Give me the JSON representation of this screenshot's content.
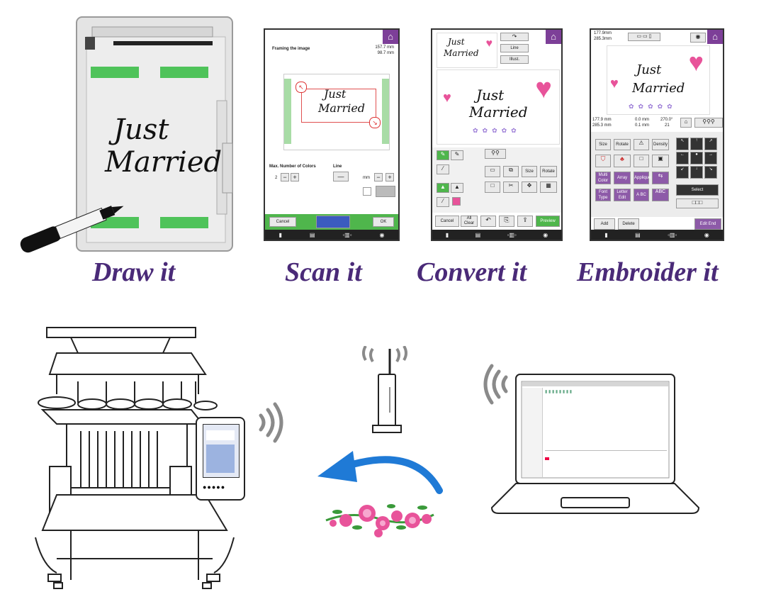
{
  "captions": {
    "draw": "Draw it",
    "scan": "Scan it",
    "convert": "Convert it",
    "embroider": "Embroider it"
  },
  "artwork": {
    "line1": "Just",
    "line2": "Married"
  },
  "scan_screen": {
    "title": "Framing the image",
    "width": "157.7 mm",
    "height": "98.7 mm",
    "max_colors_label": "Max. Number of Colors",
    "max_colors_value": "2",
    "line_label": "Line",
    "line_unit": "mm",
    "cancel": "Cancel",
    "ok": "OK"
  },
  "convert_screen": {
    "btn_line": "Line",
    "btn_illust": "Illust.",
    "btn_size": "Size",
    "btn_rotate": "Rotate",
    "cancel": "Cancel",
    "all_clear": "All Clear",
    "preview": "Preview"
  },
  "embroider_screen": {
    "width": "177.9mm",
    "height": "285.3mm",
    "size_a": "177.9 mm",
    "size_b": "285.3 mm",
    "offset_x": "0.0 mm",
    "offset_y": "0.1 mm",
    "angle": "270.0°",
    "count": "21",
    "size": "Size",
    "rotate": "Rotate",
    "density": "Density",
    "multi_color": "Multi Color",
    "array": "Array",
    "applique": "Applique",
    "font_type": "Font Type",
    "letter_edit": "Letter Edit",
    "abc": "A BC",
    "select": "Select",
    "add": "Add",
    "delete": "Delete",
    "edit_end": "Edit End"
  },
  "colors": {
    "caption": "#4a2a78",
    "accent_purple": "#7d3f98",
    "green": "#4fb64c",
    "arrow_blue": "#1f7ad6",
    "flower_pink": "#e8539a"
  }
}
